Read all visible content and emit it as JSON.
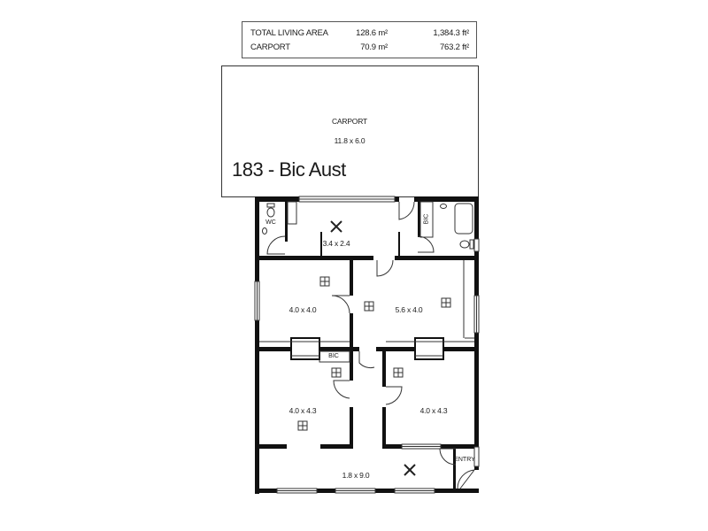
{
  "area_table": {
    "rows": [
      {
        "label": "TOTAL LIVING AREA",
        "m2": "128.6 m²",
        "ft2": "1,384.3 ft²"
      },
      {
        "label": "CARPORT",
        "m2": "70.9 m²",
        "ft2": "763.2 ft²"
      }
    ]
  },
  "title": "183 - Bic Aust",
  "rooms": {
    "carport": {
      "name": "CARPORT",
      "size": "11.8 x 6.0"
    },
    "wc": {
      "name": "WC"
    },
    "laundry": {
      "size": "3.4 x 2.4"
    },
    "bic_bath": {
      "name": "BIC"
    },
    "bedroom_nw": {
      "size": "4.0 x 4.0"
    },
    "living": {
      "size": "5.6 x 4.0"
    },
    "bic_hall": {
      "name": "BIC"
    },
    "bedroom_sw": {
      "size": "4.0 x 4.3"
    },
    "bedroom_se": {
      "size": "4.0 x 4.3"
    },
    "verandah": {
      "size": "1.8 x 9.0"
    },
    "entry": {
      "name": "ENTRY"
    }
  },
  "colors": {
    "wall": "#111111",
    "line": "#333333",
    "background": "#ffffff"
  }
}
